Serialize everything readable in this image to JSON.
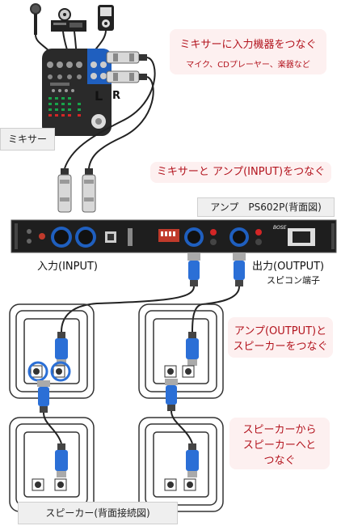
{
  "notes": {
    "mixer_input_title": "ミキサーに入力機器をつなぐ",
    "mixer_input_sub": "マイク、CDプレーヤー、楽器など",
    "mixer_to_amp": "ミキサーと アンプ(INPUT)をつなぐ",
    "amp_to_speaker_1": "アンプ(OUTPUT)と",
    "amp_to_speaker_2": "スピーカーをつなぐ",
    "speaker_chain_1": "スピーカーから",
    "speaker_chain_2": "スピーカーへと",
    "speaker_chain_3": "つなぐ"
  },
  "labels": {
    "mixer": "ミキサー",
    "amp_title": "アンプ　PS602P(背面図)",
    "input": "入力(INPUT)",
    "output": "出力(OUTPUT)",
    "speakon": "スピコン端子",
    "speaker_back": "スピーカー(背面接続図)",
    "channel_l": "L",
    "channel_r": "R",
    "amp_brand": "BOSE"
  },
  "colors": {
    "accent_red": "#b3141e",
    "note_bg": "#fdf0f0",
    "mixer_blue": "#1f5fbf",
    "speakon_blue": "#2b6fd6",
    "device_dark": "#2a2a2a"
  }
}
